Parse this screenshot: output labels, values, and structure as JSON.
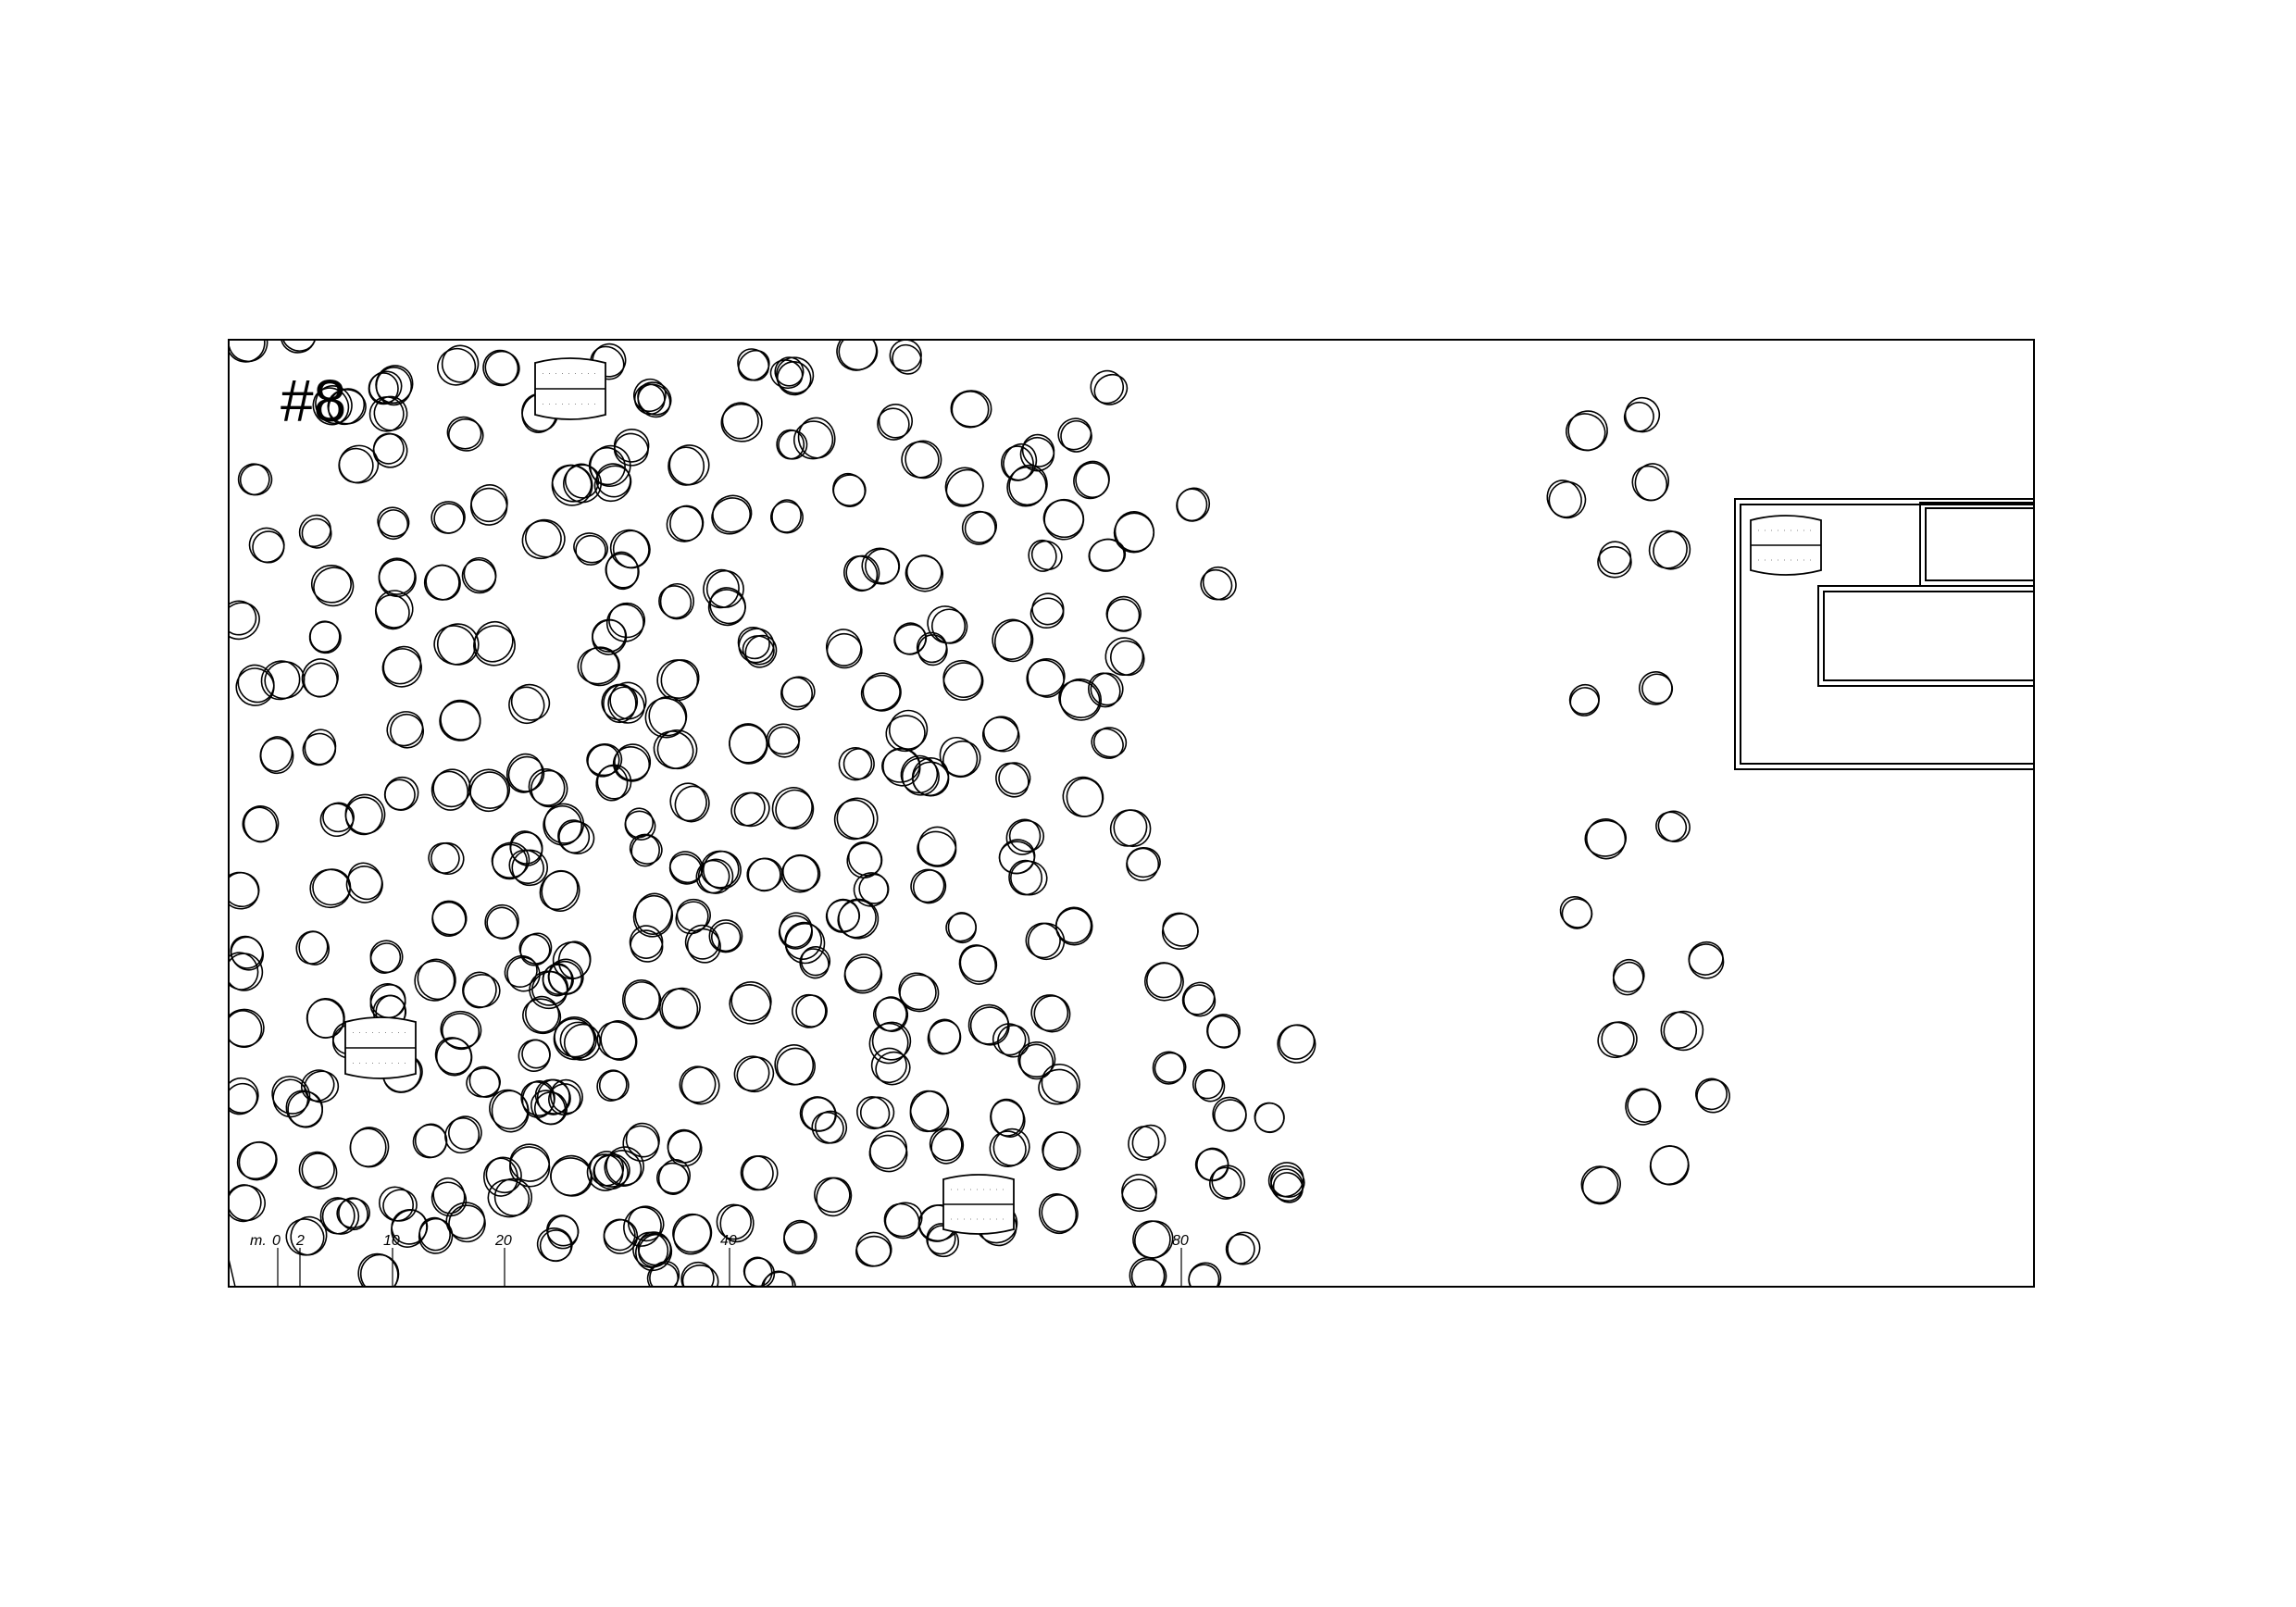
{
  "drawing": {
    "sheet_number": "#8",
    "ink_color": "#000000",
    "paper_color": "#ffffff",
    "canopy_style": "double-ring tree crowns",
    "bench_style": "rounded bench with seam line"
  },
  "scale_bar": {
    "unit": "m.",
    "ticks": [
      "0",
      "2",
      "10",
      "20",
      "40",
      "80"
    ]
  }
}
